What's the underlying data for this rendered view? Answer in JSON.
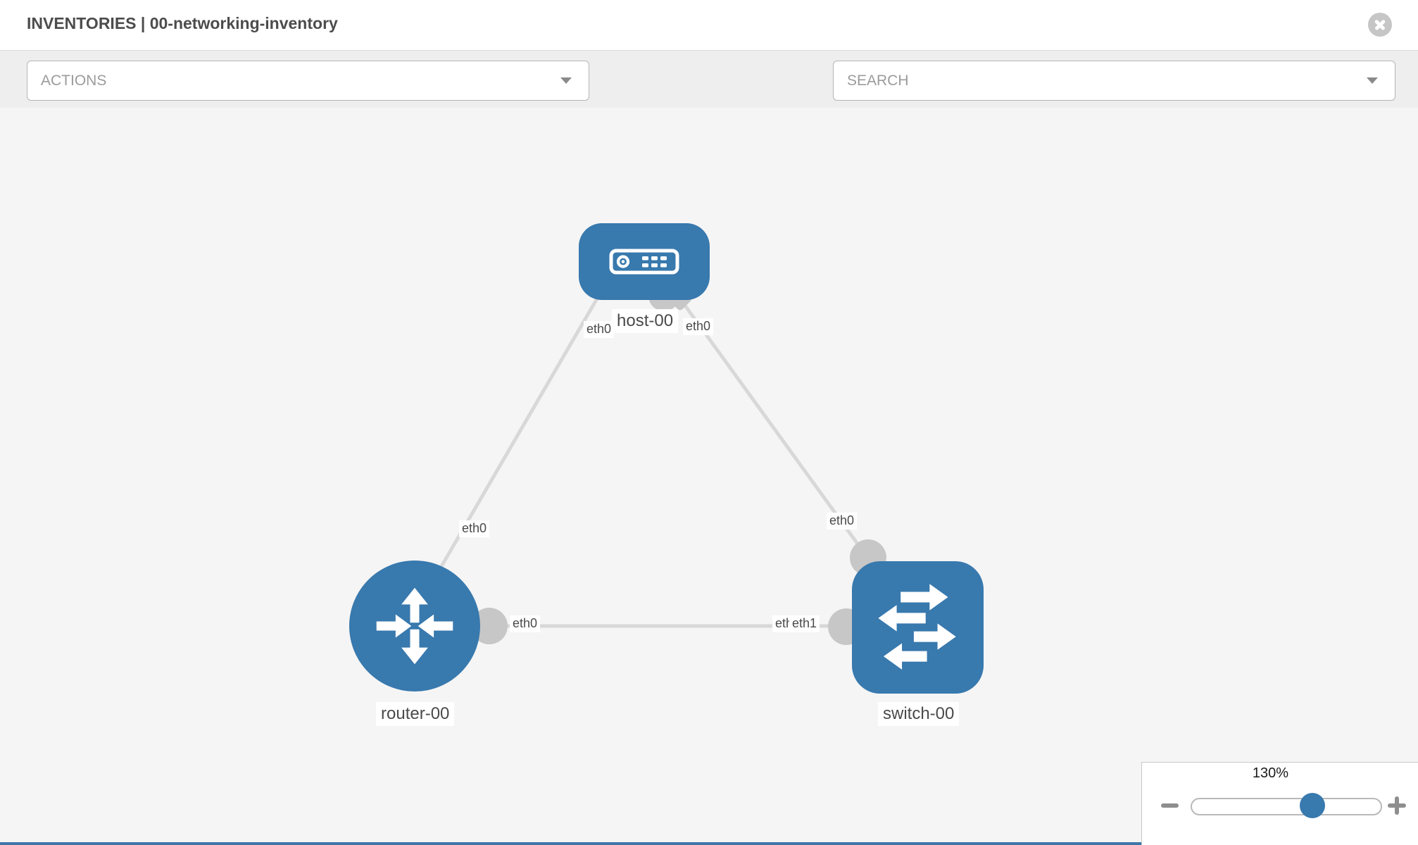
{
  "header": {
    "title": "INVENTORIES | 00-networking-inventory"
  },
  "toolbar": {
    "actions_label": "ACTIONS",
    "search_label": "SEARCH",
    "icons": [
      "wrench-icon",
      "key-icon"
    ]
  },
  "topology": {
    "nodes": [
      {
        "id": "host-00",
        "label": "host-00",
        "type": "host",
        "shape": "rounded-rectangle",
        "icon": "server-icon"
      },
      {
        "id": "router-00",
        "label": "router-00",
        "type": "router",
        "shape": "circle",
        "icon": "router-arrows-icon"
      },
      {
        "id": "switch-00",
        "label": "switch-00",
        "type": "switch",
        "shape": "rounded-square",
        "icon": "switch-arrows-icon"
      }
    ],
    "links": [
      {
        "from": "host-00",
        "from_interface": "eth0",
        "to": "router-00",
        "to_interface": "eth0"
      },
      {
        "from": "host-00",
        "from_interface": "eth0",
        "to": "switch-00",
        "to_interface": "eth0"
      },
      {
        "from": "router-00",
        "from_interface": "eth0",
        "to": "switch-00",
        "to_interface": "eth1"
      }
    ],
    "interface_labels": {
      "host_router_at_host": "eth0",
      "host_router_at_router": "eth0",
      "host_switch_at_host": "eth0",
      "host_switch_at_switch": "eth0",
      "router_switch_at_router": "eth0",
      "router_switch_at_switch_under": "eth0",
      "router_switch_at_switch_over": "eth1"
    }
  },
  "zoom_control": {
    "value": "130%"
  },
  "colors": {
    "node_blue": "#3879AE",
    "link_gray": "#D8D8D8",
    "interface_gray": "#C7C7C7",
    "canvas_bg": "#F5F5F5",
    "toolbar_bg": "#EEEEEE",
    "label_text": "#4A4A4A"
  }
}
